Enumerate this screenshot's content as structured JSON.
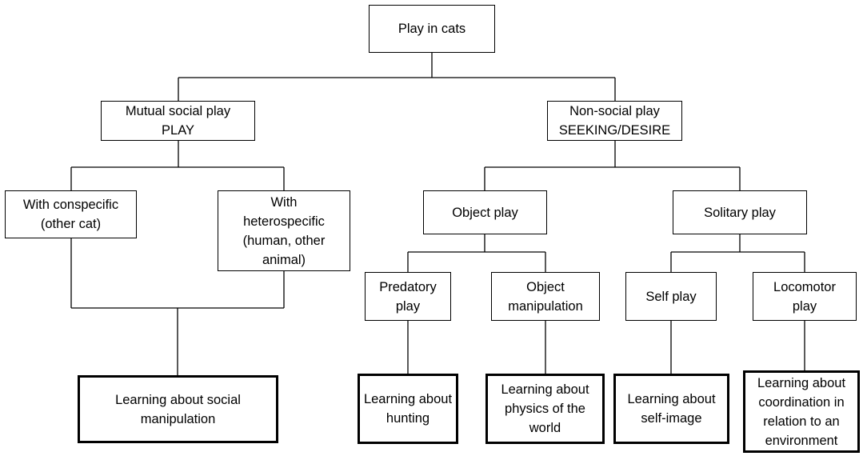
{
  "diagram": {
    "root": "Play in cats",
    "social": "Mutual social play\nPLAY",
    "nonsocial": "Non-social play\nSEEKING/DESIRE",
    "conspecific": "With conspecific\n(other cat)",
    "heterospecific": "With\nheterospecific\n(human, other\nanimal)",
    "object_play": "Object play",
    "solitary_play": "Solitary play",
    "predatory": "Predatory\nplay",
    "object_manipulation": "Object\nmanipulation",
    "self_play": "Self play",
    "locomotor": "Locomotor\nplay",
    "outcome_social": "Learning about social\nmanipulation",
    "outcome_hunting": "Learning about\nhunting",
    "outcome_physics": "Learning about\nphysics of the\nworld",
    "outcome_self": "Learning about\nself-image",
    "outcome_coordination": "Learning about\ncoordination in\nrelation to an\nenvironment"
  },
  "colors": {
    "line": "#000000",
    "box_border": "#000000",
    "background": "#ffffff"
  }
}
